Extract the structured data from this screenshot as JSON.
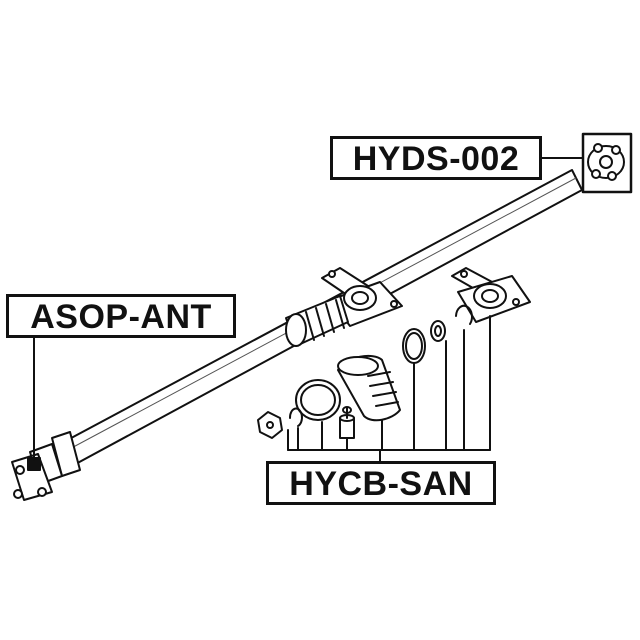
{
  "labels": {
    "hyds": "HYDS-002",
    "asop": "ASOP-ANT",
    "hycb": "HYCB-SAN"
  },
  "colors": {
    "ink": "#111111",
    "background": "#ffffff",
    "part_fill": "#ffffff",
    "shade": "#d9d9d9"
  }
}
